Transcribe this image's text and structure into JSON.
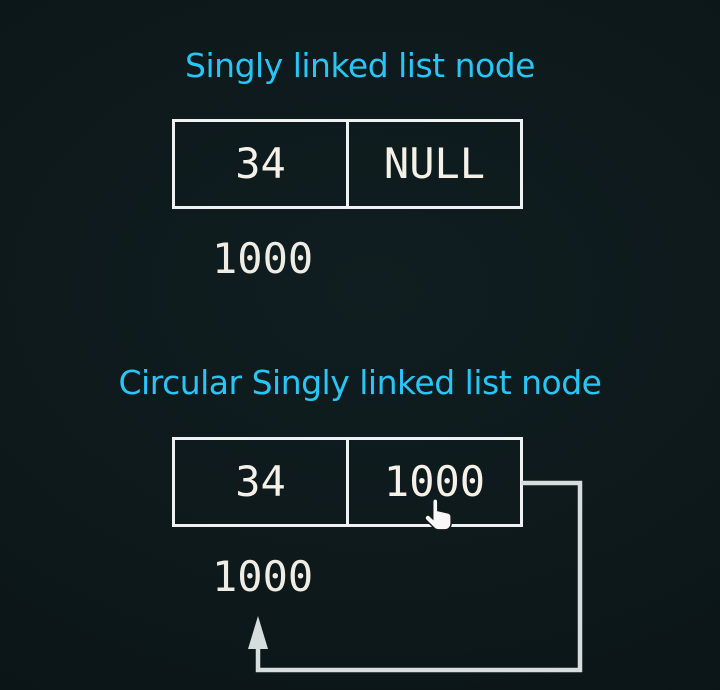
{
  "page": {
    "bg_color": "#0d181a",
    "accent_color": "#29c5f6",
    "box_border_color": "#f0f2f2",
    "value_text_color": "#f5f1e8",
    "link_line_color": "#d7dcdd",
    "cursor_color": "#f8f8f8"
  },
  "sections": {
    "singly": {
      "title": "Singly linked list node",
      "node": {
        "data_value": "34",
        "next_value": "NULL"
      },
      "address_label": "1000"
    },
    "circular": {
      "title": "Circular Singly linked list node",
      "node": {
        "data_value": "34",
        "next_value": "1000"
      },
      "address_label": "1000"
    }
  },
  "icons": {
    "cursor": "hand-pointer-cursor",
    "arrow": "circular-link-arrow"
  }
}
